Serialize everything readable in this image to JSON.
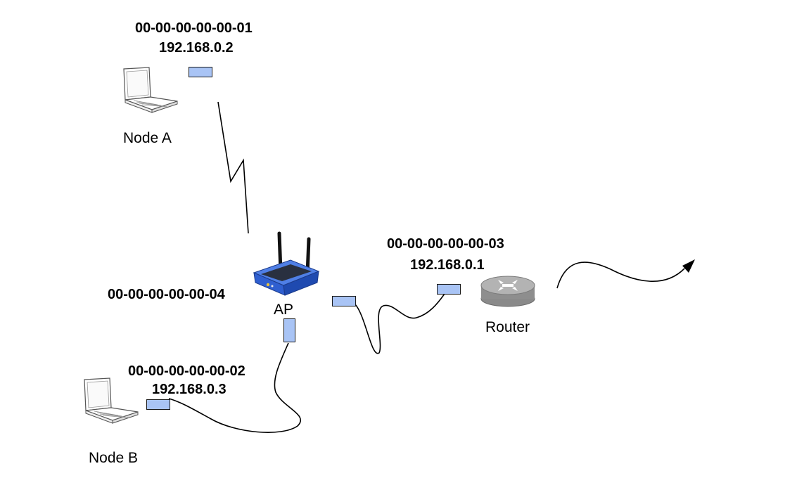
{
  "nodes": {
    "node_a": {
      "label": "Node A",
      "mac": "00-00-00-00-00-01",
      "ip": "192.168.0.2"
    },
    "node_b": {
      "label": "Node B",
      "mac": "00-00-00-00-00-02",
      "ip": "192.168.0.3"
    },
    "ap": {
      "label": "AP",
      "mac": "00-00-00-00-00-04"
    },
    "router": {
      "label": "Router",
      "mac": "00-00-00-00-00-03",
      "ip": "192.168.0.1"
    }
  },
  "colors": {
    "port_fill": "#a9c4f5",
    "ap_body": "#2f5fd0",
    "router_body": "#9a9a9a",
    "line": "#000000"
  },
  "icons": [
    "laptop-icon",
    "wireless-ap-icon",
    "router-icon",
    "wireless-link-icon",
    "internet-arrow-icon"
  ]
}
